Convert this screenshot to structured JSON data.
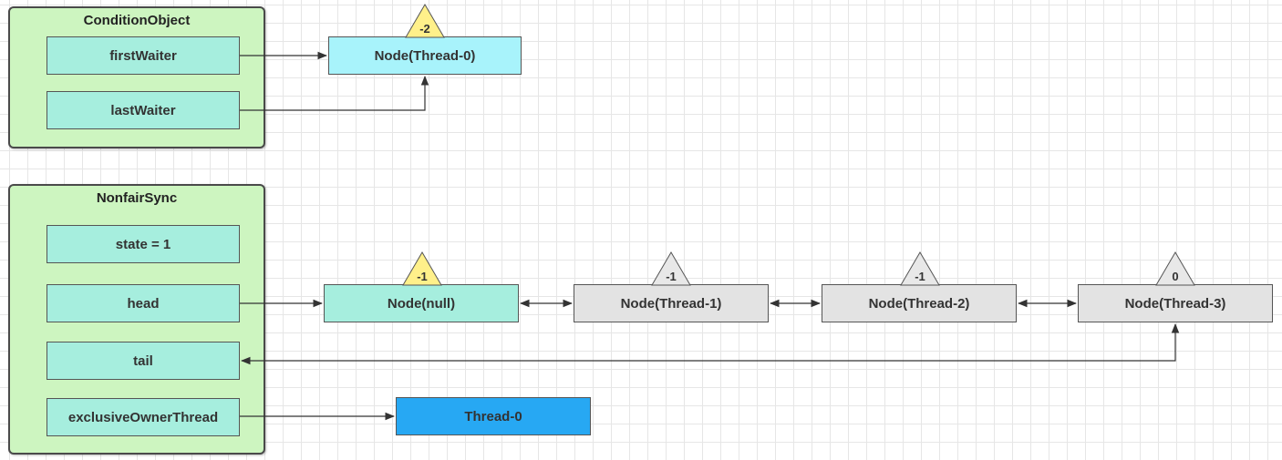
{
  "condition_object": {
    "title": "ConditionObject",
    "fields": {
      "first_waiter": "firstWaiter",
      "last_waiter": "lastWaiter"
    }
  },
  "nonfair_sync": {
    "title": "NonfairSync",
    "fields": {
      "state": "state = 1",
      "head": "head",
      "tail": "tail",
      "owner": "exclusiveOwnerThread"
    }
  },
  "condition_node": {
    "label": "Node(Thread-0)",
    "wait_status": "-2"
  },
  "queue_nodes": [
    {
      "label": "Node(null)",
      "wait_status": "-1"
    },
    {
      "label": "Node(Thread-1)",
      "wait_status": "-1"
    },
    {
      "label": "Node(Thread-2)",
      "wait_status": "-1"
    },
    {
      "label": "Node(Thread-3)",
      "wait_status": "0"
    }
  ],
  "owner_thread": {
    "label": "Thread-0"
  },
  "colors": {
    "container_fill": "#cdf5c0",
    "field_fill": "#a6eede",
    "condition_node_fill": "#a8f3fb",
    "waiting_node_fill": "#e3e3e3",
    "owner_thread_fill": "#27a8f3",
    "badge_yellow": "#fff08a",
    "badge_gray": "#e8e8e8"
  }
}
